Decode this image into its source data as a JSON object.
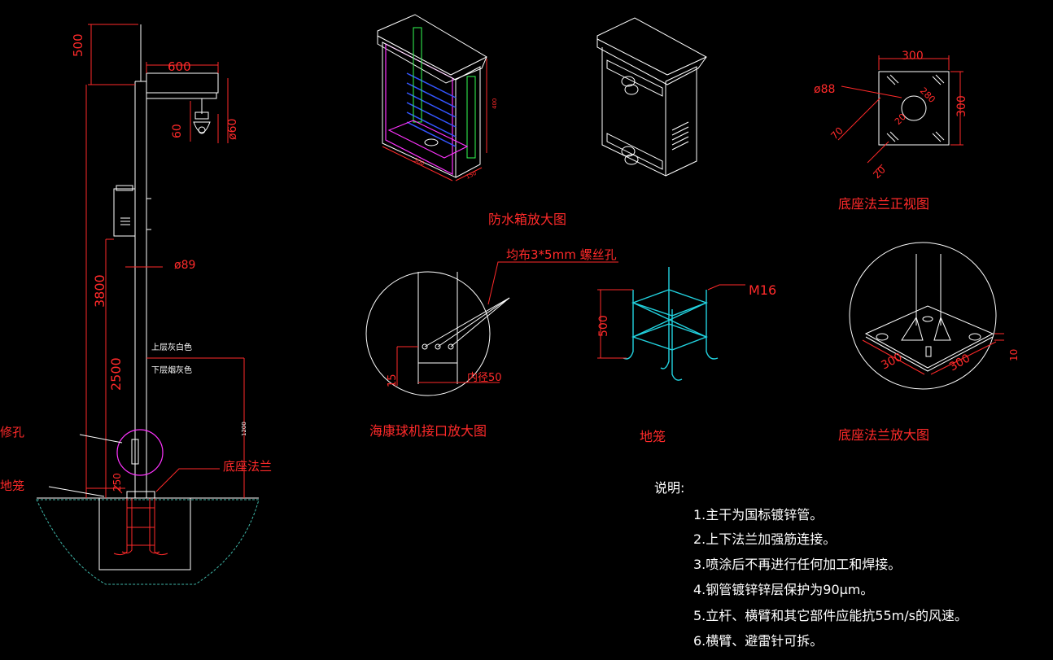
{
  "pole": {
    "dim_top": "500",
    "dim_arm": "600",
    "dim_60": "60",
    "dim_phi60": "ø60",
    "dim_3800": "3800",
    "dim_2500": "2500",
    "dim_phi89": "ø89",
    "dim_1200": "1200",
    "dim_250": "250",
    "note_upper": "上层灰白色",
    "note_lower": "下层烟灰色",
    "label_repair": "修孔",
    "label_base_flange": "底座法兰",
    "label_cage": "地笼"
  },
  "box3d": {
    "dim_400": "400",
    "dim_300": "300",
    "dim_150": "150",
    "title": "防水箱放大图"
  },
  "flange_front": {
    "dim_300_top": "300",
    "dim_300_side": "300",
    "dim_phi88": "ø88",
    "dim_280": "280",
    "dim_20a": "20",
    "dim_70": "70",
    "dim_20b": "20",
    "title": "底座法兰正视图"
  },
  "camera_port": {
    "note": "均布3*5mm 螺丝孔",
    "dim_15": "15",
    "dim_inner": "内径50",
    "title": "海康球机接口放大图"
  },
  "cage": {
    "dim_500": "500",
    "dim_m16": "M16",
    "title": "地笼"
  },
  "flange_detail": {
    "dim_300a": "300",
    "dim_300b": "300",
    "dim_10": "10",
    "title": "底座法兰放大图"
  },
  "notes": {
    "heading": "说明:",
    "items": [
      "1.主干为国标镀锌管。",
      "2.上下法兰加强筋连接。",
      "3.喷涂后不再进行任何加工和焊接。",
      "4.钢管镀锌锌层保护为90μm。",
      "5.立杆、横臂和其它部件应能抗55m/s的风速。",
      "6.横臂、避雷针可拆。"
    ]
  },
  "colors": {
    "background": "#000000",
    "line": "#ffffff",
    "annotation": "#ff2a2a",
    "cage": "#22d3e0",
    "highlight": "#ff33ff"
  }
}
